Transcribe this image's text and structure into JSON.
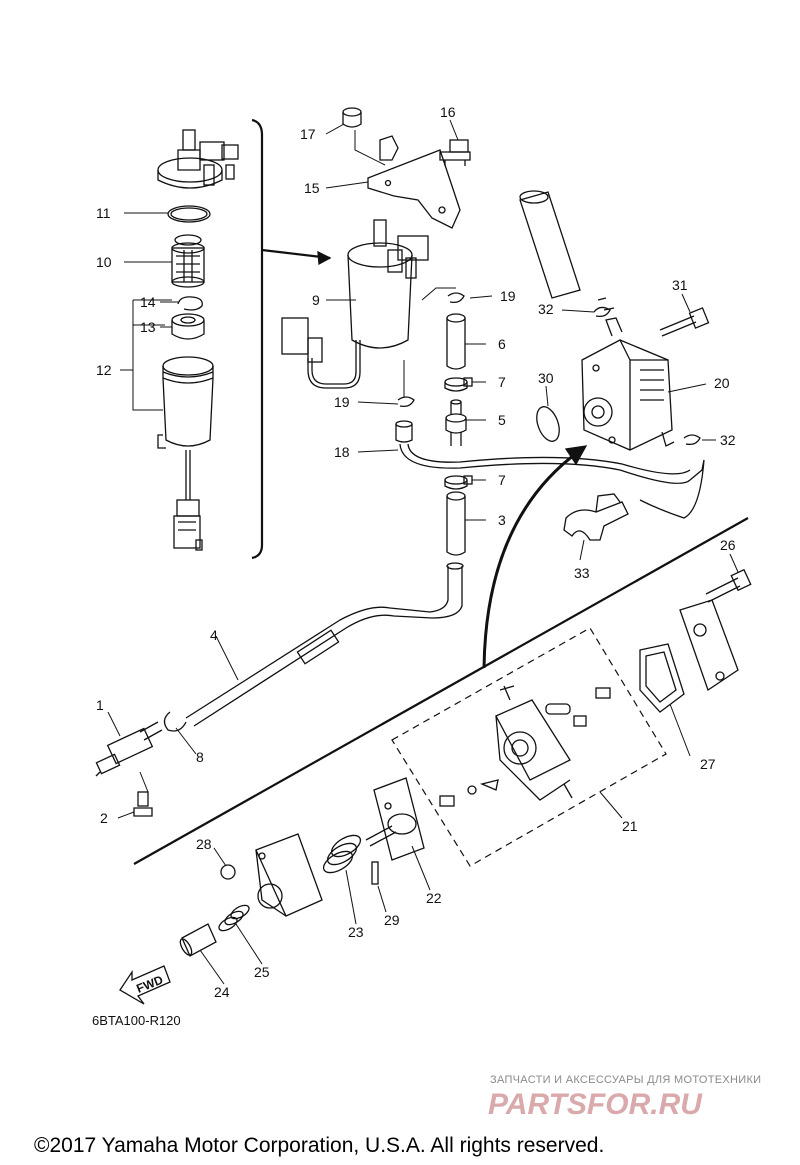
{
  "callouts": {
    "c1": "1",
    "c2": "2",
    "c3": "3",
    "c4": "4",
    "c5": "5",
    "c6": "6",
    "c7a": "7",
    "c7b": "7",
    "c8": "8",
    "c9": "9",
    "c10": "10",
    "c11": "11",
    "c12": "12",
    "c13": "13",
    "c14": "14",
    "c15": "15",
    "c16": "16",
    "c17": "17",
    "c18": "18",
    "c19a": "19",
    "c19b": "19",
    "c20": "20",
    "c21": "21",
    "c22": "22",
    "c23": "23",
    "c24": "24",
    "c25": "25",
    "c26": "26",
    "c27": "27",
    "c28": "28",
    "c29": "29",
    "c30": "30",
    "c31": "31",
    "c32a": "32",
    "c32b": "32",
    "c33": "33"
  },
  "fwd_label": "FWD",
  "diagram_code": "6BTA100-R120",
  "watermark": {
    "tagline": "ЗАПЧАСТИ И АКСЕССУАРЫ ДЛЯ МОТОТЕХНИКИ",
    "logo": "PARTSFOR.RU"
  },
  "copyright": "©2017 Yamaha Motor Corporation, U.S.A. All rights reserved."
}
